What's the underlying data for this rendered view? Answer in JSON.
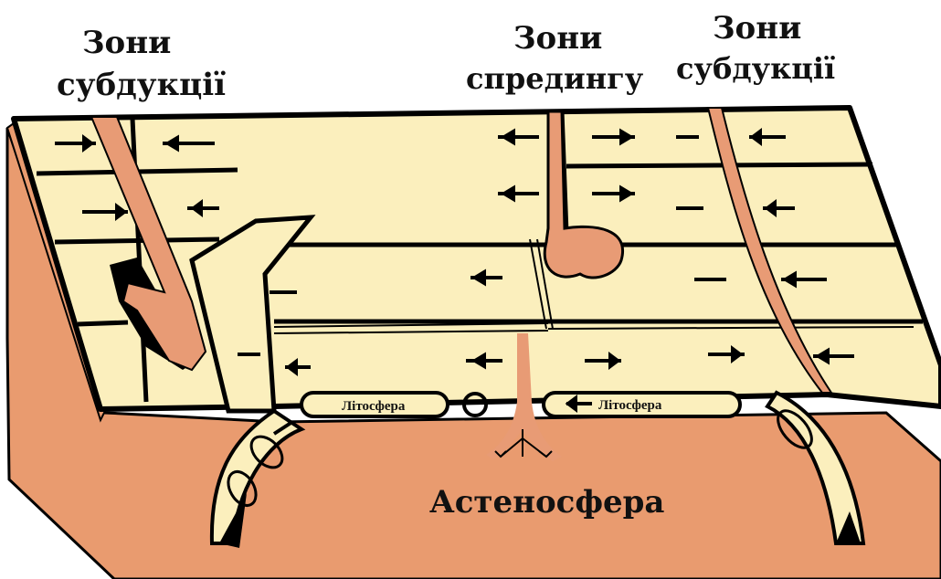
{
  "labels": {
    "subduction_left_line1": "Зони",
    "subduction_left_line2": "субдукції",
    "spreading_line1": "Зони",
    "spreading_line2": "спредингу",
    "subduction_right_line1": "Зони",
    "subduction_right_line2": "субдукції",
    "lithosphere_left": "Літосфера",
    "lithosphere_right": "Літосфера",
    "asthenosphere": "Астеносфера"
  },
  "colors": {
    "lithosphere": "#fbefbd",
    "asthenosphere": "#e99b6f",
    "magma": "#e89b75",
    "outline": "#000000"
  }
}
